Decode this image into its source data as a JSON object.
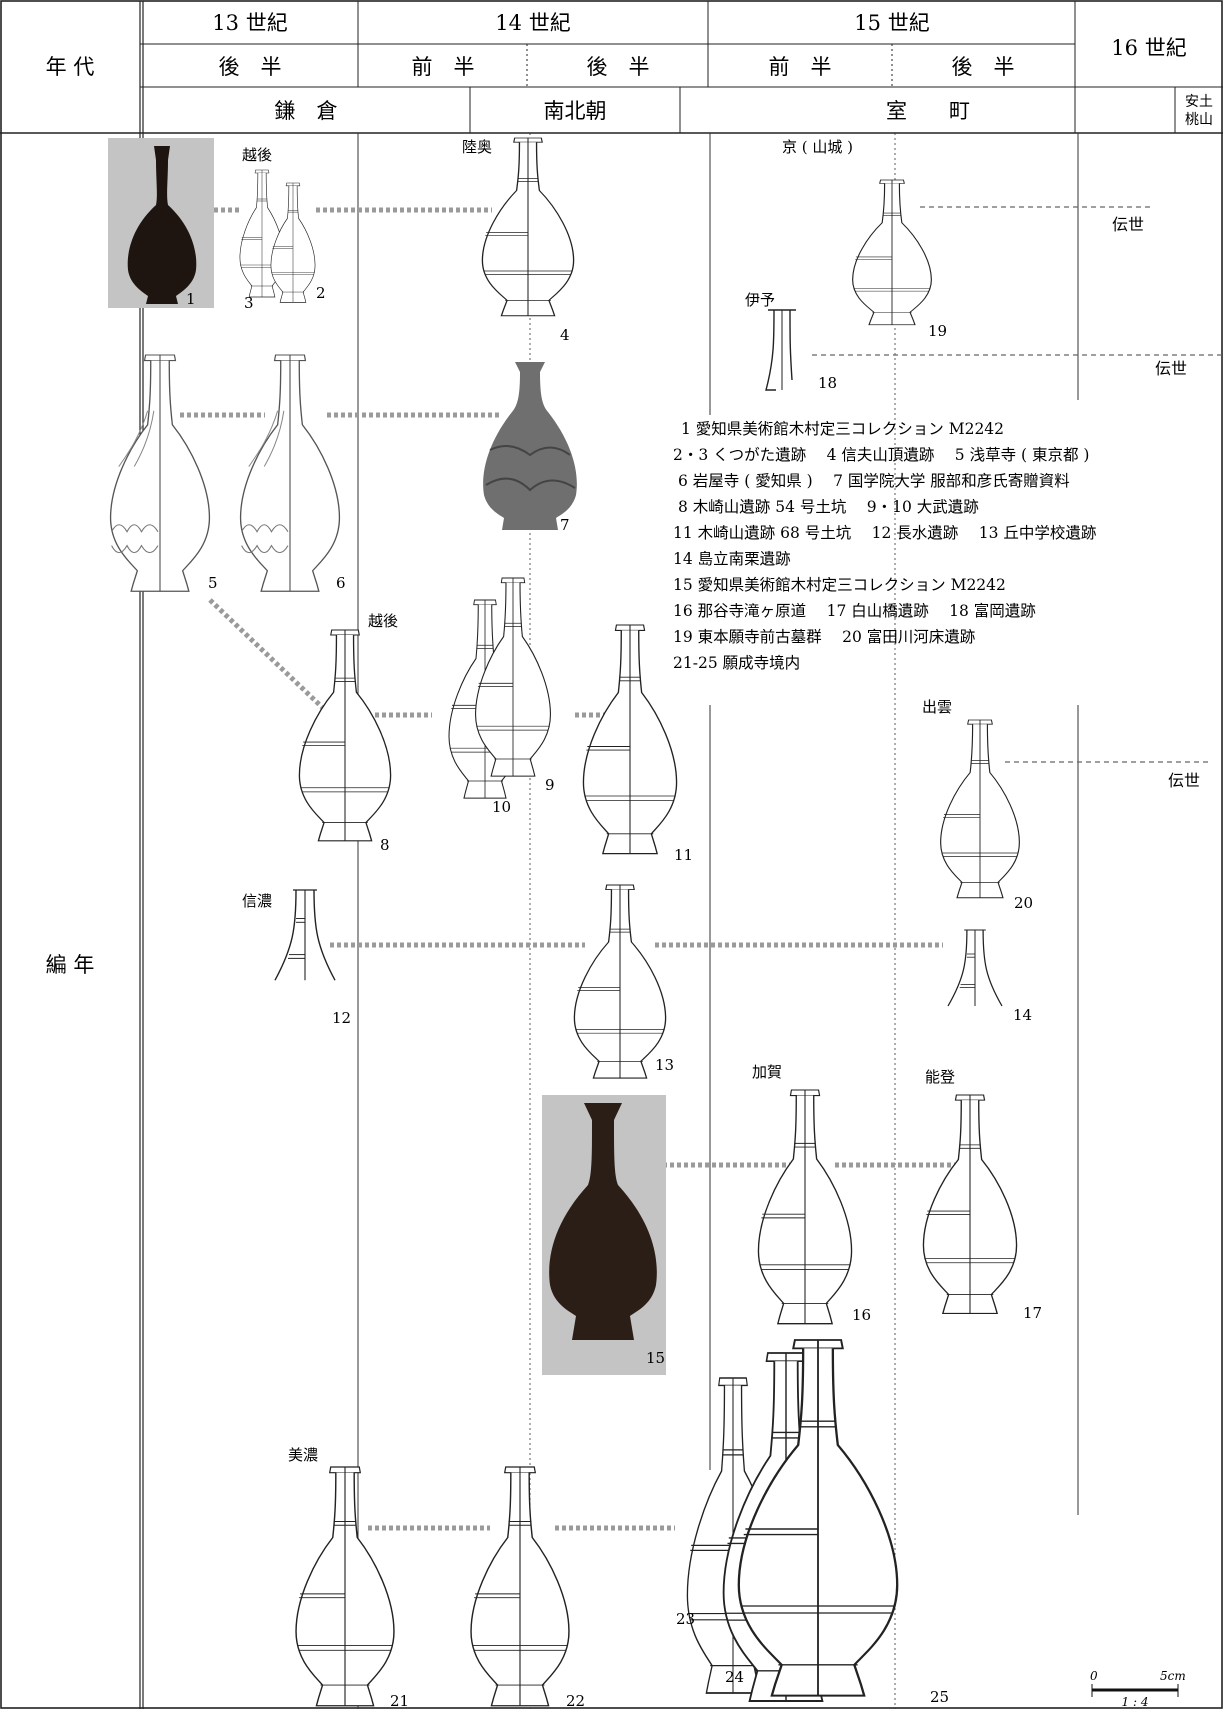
{
  "header": {
    "row_label_era": "年 代",
    "row_label_chron": "編 年",
    "centuries": [
      "13 世紀",
      "14 世紀",
      "15 世紀",
      "16 世紀"
    ],
    "halves": {
      "c13": "後　半",
      "c14_first": "前　半",
      "c14_second": "後　半",
      "c15_first": "前　半",
      "c15_second": "後　半"
    },
    "periods": {
      "kamakura": "鎌　倉",
      "nanbokucho": "南北朝",
      "muromachi": "室　　町",
      "azuchi_1": "安土",
      "azuchi_2": "桃山"
    }
  },
  "regions": {
    "echigo_a": "越後",
    "mutsu": "陸奥",
    "kyo": "京 ( 山城 )",
    "iyo": "伊予",
    "echigo_b": "越後",
    "izumo": "出雲",
    "shinano": "信濃",
    "kaga": "加賀",
    "noto": "能登",
    "mino": "美濃"
  },
  "tradition": {
    "t1": "伝世",
    "t2": "伝世",
    "t3": "伝世"
  },
  "numbers": {
    "n1": "1",
    "n2": "2",
    "n3": "3",
    "n4": "4",
    "n5": "5",
    "n6": "6",
    "n7": "7",
    "n8": "8",
    "n9": "9",
    "n10": "10",
    "n11": "11",
    "n12": "12",
    "n13": "13",
    "n14": "14",
    "n15": "15",
    "n16": "16",
    "n17": "17",
    "n18": "18",
    "n19": "19",
    "n20": "20",
    "n21": "21",
    "n22": "22",
    "n23": "23",
    "n24": "24",
    "n25": "25"
  },
  "legend": [
    "1  愛知県美術館木村定三コレクション M2242",
    "2・3  くつがた遺跡　 4  信夫山頂遺跡　 5  浅草寺 ( 東京都 )",
    "6  岩屋寺 ( 愛知県 )　 7  国学院大学 服部和彦氏寄贈資料",
    "8  木崎山遺跡 54 号土坑　 9・10  大武遺跡",
    "11  木崎山遺跡 68 号土坑　 12  長水遺跡　 13  丘中学校遺跡",
    "14  島立南栗遺跡",
    "15  愛知県美術館木村定三コレクション M2242",
    "16  那谷寺滝ヶ原道　 17  白山橋遺跡　 18  富岡遺跡",
    "19  東本願寺前古墓群　 20  富田川河床遺跡",
    "21-25  願成寺境内"
  ],
  "scale": {
    "zero": "0",
    "five": "5cm",
    "ratio": "1 : 4"
  }
}
